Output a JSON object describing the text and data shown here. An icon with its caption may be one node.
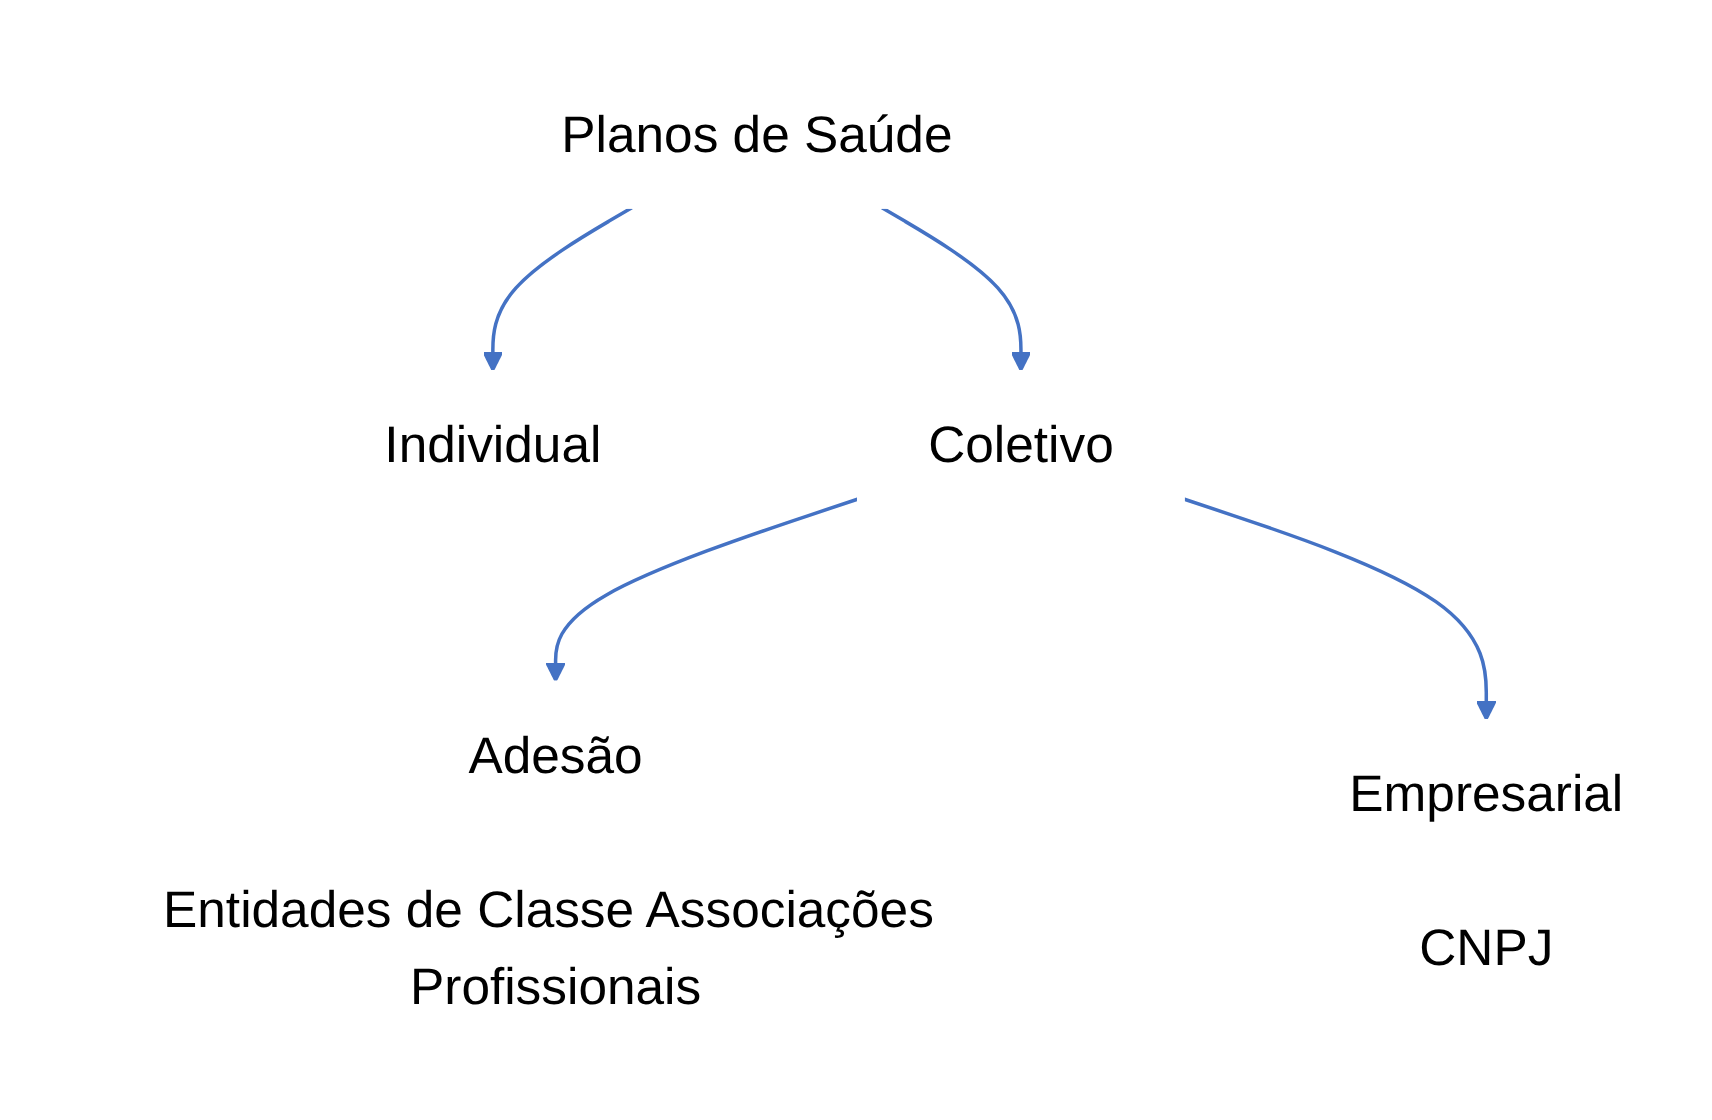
{
  "diagram": {
    "nodes": [
      {
        "text": [
          "Planos de Saúde"
        ]
      },
      {
        "text": [
          "Individual"
        ]
      },
      {
        "text": [
          "Coletivo"
        ]
      },
      {
        "text": [
          "Adesão",
          "Entidades de Classe Associações Profissionais"
        ]
      },
      {
        "text": [
          "Empresarial",
          "CNPJ"
        ]
      }
    ],
    "edges": [
      {
        "from": 0,
        "to": 1,
        "arrow": "to",
        "color": "#4472c4"
      },
      {
        "from": 0,
        "to": 2,
        "arrow": "to",
        "color": "#4472c4"
      },
      {
        "from": 2,
        "to": 3,
        "arrow": "to",
        "color": "#4472c4"
      },
      {
        "from": 2,
        "to": 4,
        "arrow": "to",
        "color": "#4472c4"
      }
    ]
  }
}
